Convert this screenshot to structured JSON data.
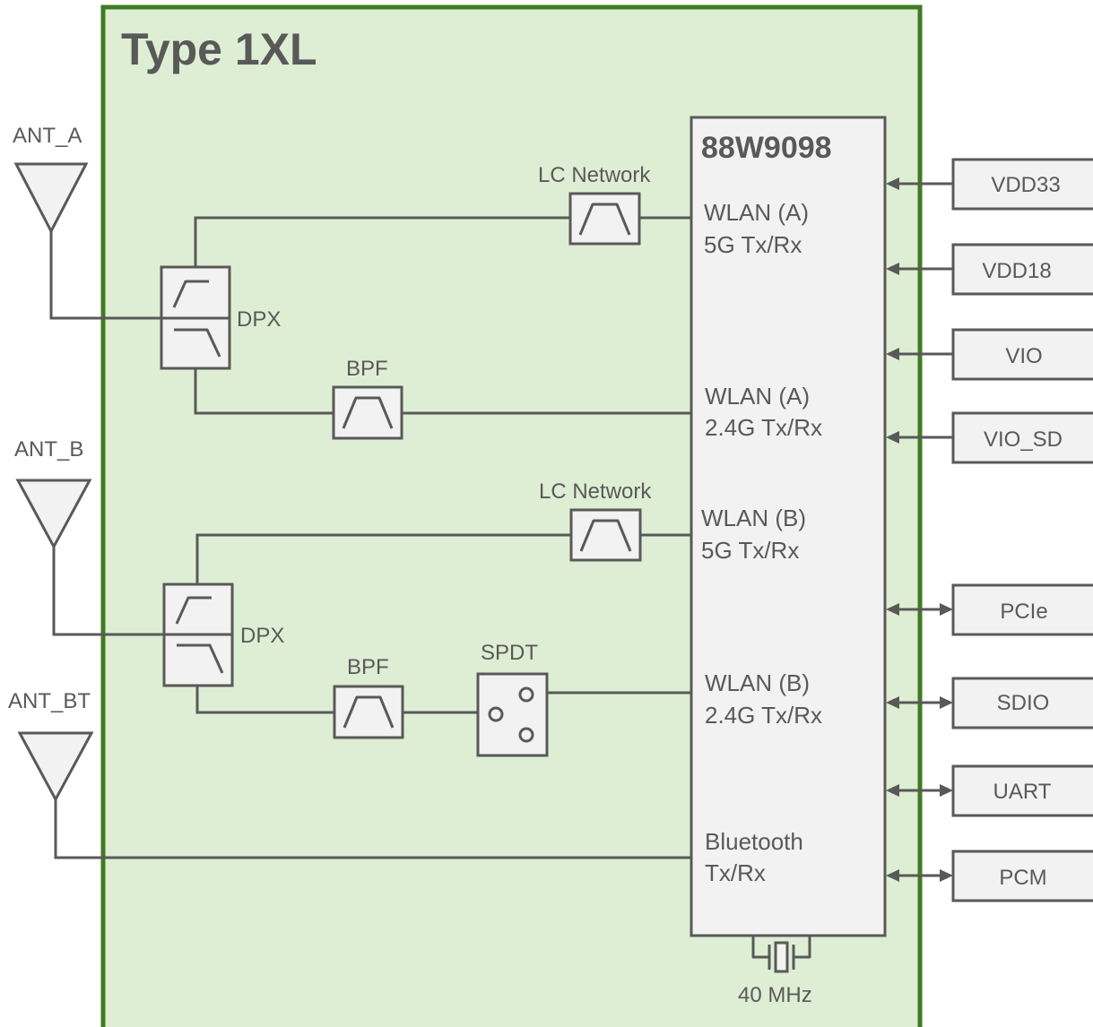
{
  "module": {
    "title": "Type 1XL",
    "fill": "#deeed4",
    "border": "#3f7b22"
  },
  "chip": {
    "name": "88W9098",
    "fill": "#f2f2f2",
    "ports": {
      "wlan_a_5g": [
        "WLAN (A)",
        "5G Tx/Rx"
      ],
      "wlan_a_24g": [
        "WLAN (A)",
        "2.4G Tx/Rx"
      ],
      "wlan_b_5g": [
        "WLAN (B)",
        "5G Tx/Rx"
      ],
      "wlan_b_24g": [
        "WLAN (B)",
        "2.4G Tx/Rx"
      ],
      "bt": [
        "Bluetooth",
        "Tx/Rx"
      ]
    }
  },
  "antennas": {
    "a": "ANT_A",
    "b": "ANT_B",
    "bt": "ANT_BT"
  },
  "components": {
    "lc_network": "LC Network",
    "dpx": "DPX",
    "bpf": "BPF",
    "spdt": "SPDT"
  },
  "crystal": {
    "label": "40 MHz",
    "icon": "crystal-icon"
  },
  "power_rails": [
    "VDD33",
    "VDD18",
    "VIO",
    "VIO_SD"
  ],
  "interfaces": [
    "PCIe",
    "SDIO",
    "UART",
    "PCM"
  ],
  "colors": {
    "line": "#595959",
    "text": "#595959"
  }
}
